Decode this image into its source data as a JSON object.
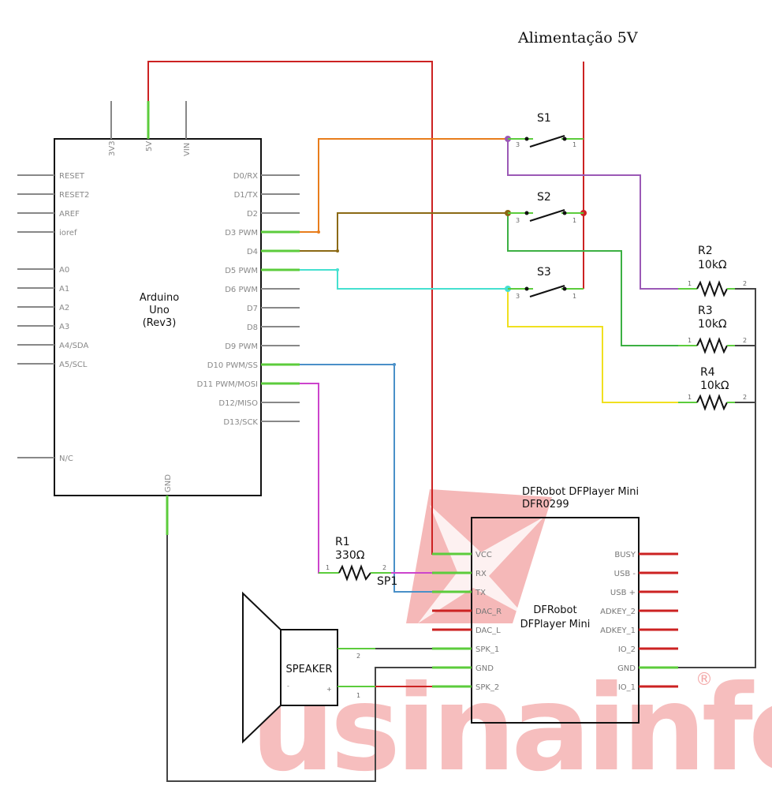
{
  "power_label": "Alimentação 5V",
  "arduino": {
    "name_lines": [
      "Arduino",
      "Uno",
      "(Rev3)"
    ],
    "top_pins": [
      "3V3",
      "5V",
      "VIN"
    ],
    "left_pins": [
      "RESET",
      "RESET2",
      "AREF",
      "ioref",
      "A0",
      "A1",
      "A2",
      "A3",
      "A4/SDA",
      "A5/SCL",
      "N/C"
    ],
    "right_pins": [
      "D0/RX",
      "D1/TX",
      "D2",
      "D3 PWM",
      "D4",
      "D5 PWM",
      "D6 PWM",
      "D7",
      "D8",
      "D9 PWM",
      "D10 PWM/SS",
      "D11 PWM/MOSI",
      "D12/MISO",
      "D13/SCK"
    ],
    "bottom_pin": "GND"
  },
  "switches": [
    {
      "ref": "S1",
      "pin_left": "3",
      "pin_right": "1"
    },
    {
      "ref": "S2",
      "pin_left": "3",
      "pin_right": "1"
    },
    {
      "ref": "S3",
      "pin_left": "3",
      "pin_right": "1"
    }
  ],
  "resistors": [
    {
      "ref": "R1",
      "value": "330Ω"
    },
    {
      "ref": "R2",
      "value": "10kΩ"
    },
    {
      "ref": "R3",
      "value": "10kΩ"
    },
    {
      "ref": "R4",
      "value": "10kΩ"
    }
  ],
  "resistor_pin_numbers": [
    "1",
    "2"
  ],
  "sp1_label": "SP1",
  "speaker": {
    "label": "SPEAKER",
    "minus": "-",
    "plus": "+",
    "pin_top": "2",
    "pin_bottom": "1"
  },
  "dfplayer": {
    "title_line1": "DFRobot DFPlayer Mini",
    "title_line2": "DFR0299",
    "body_lines": [
      "DFRobot",
      "DFPlayer Mini"
    ],
    "left_pins": [
      "VCC",
      "RX",
      "TX",
      "DAC_R",
      "DAC_L",
      "SPK_1",
      "GND",
      "SPK_2"
    ],
    "right_pins": [
      "BUSY",
      "USB -",
      "USB +",
      "ADKEY_2",
      "ADKEY_1",
      "IO_2",
      "GND",
      "IO_1"
    ]
  },
  "watermark": {
    "text": "usinainfo",
    "mark": "®"
  },
  "colors": {
    "power": "#cc2222",
    "d3_wire": "#e87d1c",
    "d4_wire": "#8b6914",
    "d5_wire": "#45e0d0",
    "d10_wire": "#4a90c8",
    "d11_wire": "#cc44cc",
    "s1_purple": "#9b59b6",
    "s2_green": "#3cb043",
    "s3_yellow": "#f0e020",
    "gnd_wire": "#444444",
    "pin_green": "#5ccc3c",
    "watermark": "#ef8c8c"
  }
}
